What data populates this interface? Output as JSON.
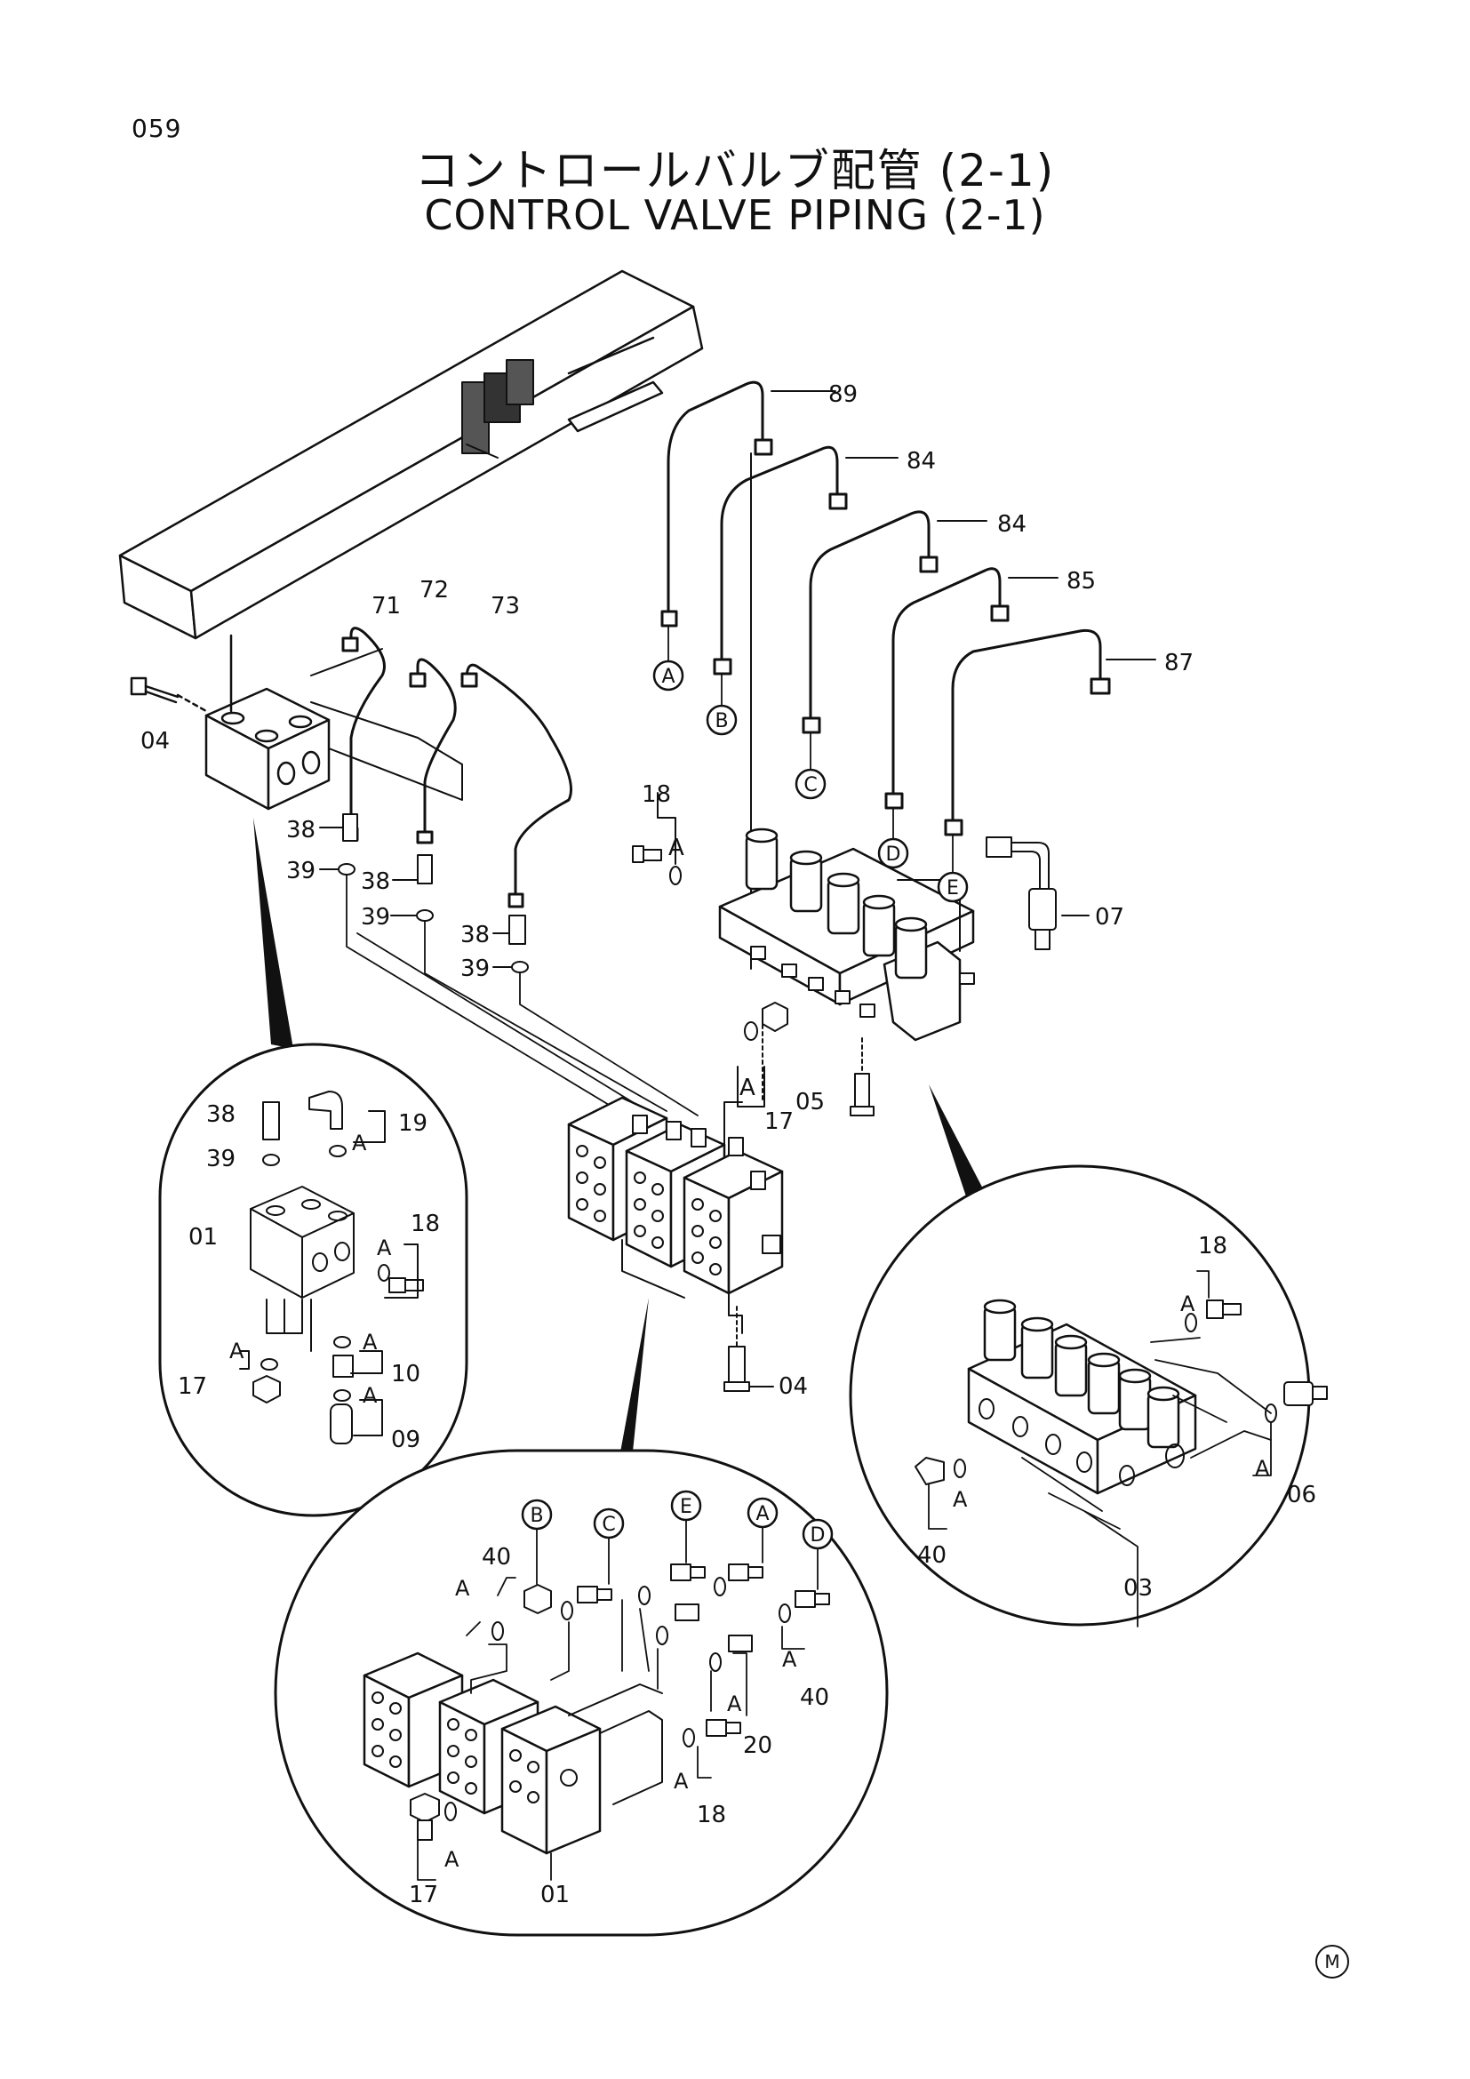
{
  "header": {
    "page_number": "059",
    "title_jp": "コントロールバルブ配管 (2-1)",
    "title_en": "CONTROL VALVE PIPING (2-1)"
  },
  "footer": {
    "mark": "M"
  },
  "main_view": {
    "part_labels": {
      "p89": "89",
      "p84a": "84",
      "p84b": "84",
      "p85": "85",
      "p87": "87",
      "p71": "71",
      "p72": "72",
      "p73": "73",
      "p04a": "04",
      "p38a": "38",
      "p39a": "39",
      "p38b": "38",
      "p39b": "39",
      "p38c": "38",
      "p39c": "39",
      "p18": "18",
      "p07": "07",
      "p05": "05",
      "p17": "17",
      "p04b": "04",
      "pA1": "A",
      "pA2": "A"
    },
    "circled_refs": {
      "a": "A",
      "b": "B",
      "c": "C",
      "d": "D",
      "e": "E"
    }
  },
  "detail_left": {
    "part_labels": {
      "p38": "38",
      "p39": "39",
      "p19": "19",
      "p01": "01",
      "p18": "18",
      "p17": "17",
      "p10": "10",
      "p09": "09",
      "pA1": "A",
      "pA2": "A",
      "pA3": "A",
      "pA4": "A",
      "pA5": "A"
    }
  },
  "detail_right": {
    "part_labels": {
      "p18": "18",
      "p40": "40",
      "p06": "06",
      "p03": "03",
      "pA1": "A",
      "pA2": "A",
      "pA3": "A"
    }
  },
  "detail_bottom": {
    "part_labels": {
      "p40a": "40",
      "p40b": "40",
      "p20": "20",
      "p18": "18",
      "p17": "17",
      "p01": "01",
      "pA1": "A",
      "pA2": "A",
      "pA3": "A",
      "pA4": "A",
      "pA5": "A"
    },
    "circled_refs": {
      "b": "B",
      "c": "C",
      "e": "E",
      "a": "A",
      "d": "D"
    }
  }
}
